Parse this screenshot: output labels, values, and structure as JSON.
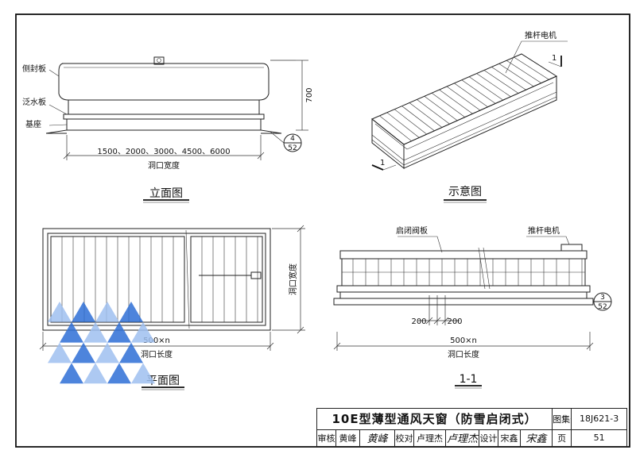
{
  "elevation": {
    "label_side_panel": "侧封板",
    "label_flashing": "泛水板",
    "label_base": "基座",
    "height_dim": "700",
    "width_dims": "1500、2000、3000、4500、6000",
    "width_label": "洞口宽度",
    "ref_num": "4",
    "ref_page": "52",
    "caption": "立面图"
  },
  "schematic": {
    "label_actuator": "推杆电机",
    "section_mark": "1",
    "caption": "示意图"
  },
  "plan": {
    "length_dim": "500×n",
    "length_label": "洞口长度",
    "width_label": "洞口宽度",
    "caption": "平面图"
  },
  "section": {
    "label_valve_plate": "启闭阀板",
    "label_actuator": "推杆电机",
    "dim_a": "200",
    "dim_b": "200",
    "length_dim": "500×n",
    "length_label": "洞口长度",
    "ref_num": "3",
    "ref_page": "52",
    "caption": "1-1"
  },
  "title_block": {
    "title": "10E型薄型通风天窗（防雪启闭式）",
    "atlas_label": "图集号",
    "atlas_no": "18J621-3",
    "review_label": "审核",
    "reviewer": "黄峰",
    "reviewer_sig": "黄峰",
    "check_label": "校对",
    "checker": "卢理杰",
    "checker_sig": "卢理杰",
    "design_label": "设计",
    "designer": "宋鑫",
    "designer_sig": "宋鑫",
    "page_label": "页",
    "page_no": "51"
  }
}
